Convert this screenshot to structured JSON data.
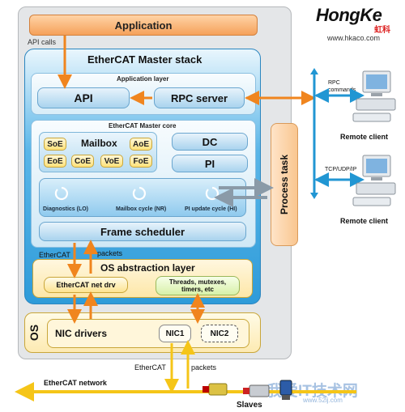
{
  "brand": {
    "name": "HongKe",
    "cn": "虹科",
    "url": "www.hkaco.com"
  },
  "application": "Application",
  "api_calls": "API calls",
  "master_stack": "EtherCAT Master stack",
  "application_layer": "Application layer",
  "api": "API",
  "rpc_server": "RPC server",
  "master_core": "EtherCAT Master core",
  "mailbox": {
    "title": "Mailbox",
    "items": [
      "SoE",
      "AoE",
      "EoE",
      "CoE",
      "VoE",
      "FoE"
    ]
  },
  "dc": "DC",
  "pi": "PI",
  "cycles": [
    "Diagnostics (LO)",
    "Mailbox cycle (NR)",
    "PI update cycle (HI)"
  ],
  "process_task": "Process task",
  "frame_scheduler": "Frame scheduler",
  "ethercat_label": "EtherCAT",
  "packets_label": "packets",
  "os_abstraction": "OS abstraction layer",
  "net_drv": "EtherCAT net drv",
  "threads": "Threads, mutexes, timers, etc",
  "os": "OS",
  "nic_drivers": "NIC drivers",
  "nic1": "NIC1",
  "nic2": "NIC2",
  "bottom_ethercat": "EtherCAT",
  "bottom_packets": "packets",
  "network": "EtherCAT network",
  "slaves": "Slaves",
  "rpc_commands": "RPC commands",
  "tcp_udp_ip": "TCP/UDP/IP",
  "remote_client": "Remote client",
  "watermark": {
    "cn": "我爱IT技术网",
    "url": "www.52ij.com"
  },
  "colors": {
    "orange": "#f0851e",
    "blue": "#2196d3",
    "yellow": "#ffe27a",
    "stack_blue": "#3aa6df"
  }
}
